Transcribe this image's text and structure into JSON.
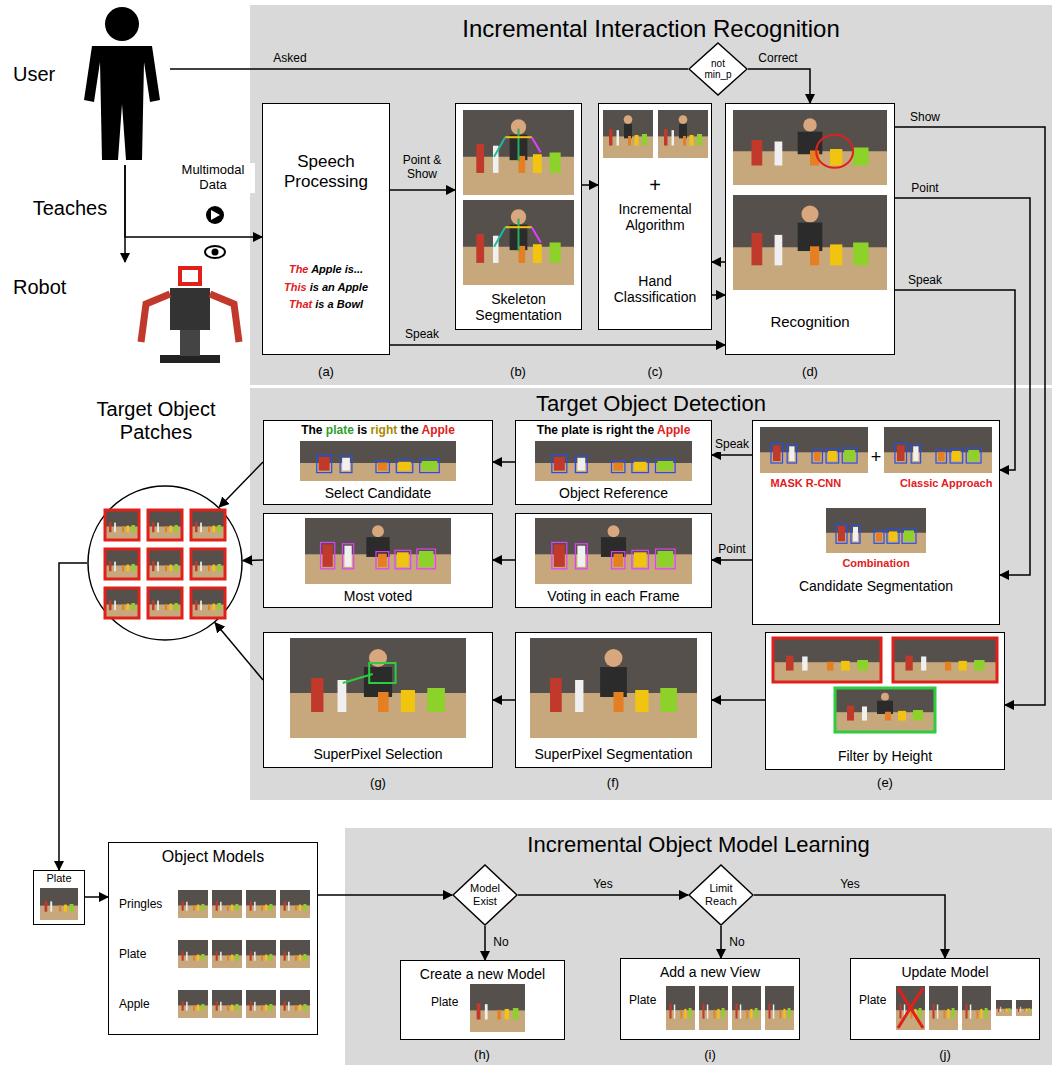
{
  "diagram": {
    "nodes": [
      {
        "text": [
          "User"
        ]
      },
      {
        "text": [
          "Robot"
        ]
      },
      {
        "text": [
          "Incremental Interaction Recognition"
        ]
      },
      {
        "text": [
          "not min_p"
        ],
        "in": 2
      },
      {
        "text": [
          "Speech Processing",
          "The Apple is...",
          "This is an Apple",
          "That is a Bowl"
        ],
        "in": 2
      },
      {
        "text": [
          "Skeleton Segmentation"
        ],
        "in": 2
      },
      {
        "text": [
          "+",
          "Incremental Algorithm",
          "Hand Classification"
        ],
        "in": 2
      },
      {
        "text": [
          "Recognition"
        ],
        "in": 2
      },
      {
        "text": [
          "Target Object Detection"
        ]
      },
      {
        "text": [
          "The plate is right the Apple",
          "Select Candidate"
        ],
        "in": 8
      },
      {
        "text": [
          "The plate is right the Apple",
          "Object Reference"
        ],
        "in": 8
      },
      {
        "text": [
          "MASK R-CNN",
          "+",
          "Classic Approach",
          "Combination",
          "Candidate Segmentation"
        ],
        "in": 8
      },
      {
        "text": [
          "Most voted"
        ],
        "in": 8
      },
      {
        "text": [
          "Voting in each Frame"
        ],
        "in": 8
      },
      {
        "text": [
          "SuperPixel Selection"
        ],
        "in": 8
      },
      {
        "text": [
          "SuperPixel Segmentation"
        ],
        "in": 8
      },
      {
        "text": [
          "Filter by Height"
        ],
        "in": 8
      },
      {
        "text": [
          "Target Object Patches"
        ]
      },
      {
        "text": [
          "Plate"
        ]
      },
      {
        "text": [
          "Object Models",
          "Pringles",
          "Plate",
          "Apple"
        ]
      },
      {
        "text": [
          "Incremental Object Model Learning"
        ]
      },
      {
        "text": [
          "Model Exist"
        ],
        "in": 20
      },
      {
        "text": [
          "Limit Reach"
        ],
        "in": 20
      },
      {
        "text": [
          "Create a new Model",
          "Plate"
        ],
        "in": 20
      },
      {
        "text": [
          "Add a new View",
          "Plate"
        ],
        "in": 20
      },
      {
        "text": [
          "Update Model",
          "Plate"
        ],
        "in": 20
      }
    ],
    "edges": [
      {
        "from": 0,
        "to": 1,
        "arrow": "to",
        "label": "Teaches"
      },
      {
        "from": 0,
        "to": 4,
        "arrow": "to",
        "label": "Multimodal Data"
      },
      {
        "from": 0,
        "to": 3,
        "arrow": "none",
        "label": "Asked"
      },
      {
        "from": 3,
        "to": 7,
        "arrow": "to",
        "label": "Correct"
      },
      {
        "from": 4,
        "to": 5,
        "arrow": "to",
        "label": "Point & Show"
      },
      {
        "from": 4,
        "to": 7,
        "arrow": "to",
        "label": "Speak"
      },
      {
        "from": 5,
        "to": 6,
        "arrow": "to"
      },
      {
        "from": 7,
        "to": 6,
        "arrow": "to"
      },
      {
        "from": 6,
        "to": 7,
        "arrow": "to"
      },
      {
        "from": 7,
        "to": 16,
        "arrow": "to",
        "label": "Show"
      },
      {
        "from": 7,
        "to": 11,
        "arrow": "to",
        "label": "Point"
      },
      {
        "from": 7,
        "to": 11,
        "arrow": "to",
        "label": "Speak"
      },
      {
        "from": 11,
        "to": 10,
        "arrow": "to",
        "label": "Speak"
      },
      {
        "from": 10,
        "to": 9,
        "arrow": "to"
      },
      {
        "from": 9,
        "to": 17,
        "arrow": "to"
      },
      {
        "from": 11,
        "to": 13,
        "arrow": "to",
        "label": "Point"
      },
      {
        "from": 13,
        "to": 12,
        "arrow": "to"
      },
      {
        "from": 12,
        "to": 17,
        "arrow": "to"
      },
      {
        "from": 16,
        "to": 15,
        "arrow": "to"
      },
      {
        "from": 15,
        "to": 14,
        "arrow": "to"
      },
      {
        "from": 14,
        "to": 17,
        "arrow": "to"
      },
      {
        "from": 17,
        "to": 18,
        "arrow": "to"
      },
      {
        "from": 18,
        "to": 19,
        "arrow": "to"
      },
      {
        "from": 19,
        "to": 21,
        "arrow": "to"
      },
      {
        "from": 21,
        "to": 22,
        "arrow": "to",
        "label": "Yes"
      },
      {
        "from": 21,
        "to": 23,
        "arrow": "to",
        "label": "No"
      },
      {
        "from": 22,
        "to": 24,
        "arrow": "to",
        "label": "No"
      },
      {
        "from": 22,
        "to": 25,
        "arrow": "to",
        "label": "Yes"
      }
    ],
    "labels": [
      "(a)",
      "(b)",
      "(c)",
      "(d)",
      "(e)",
      "(f)",
      "(g)",
      "(h)",
      "(i)",
      "(j)"
    ]
  }
}
